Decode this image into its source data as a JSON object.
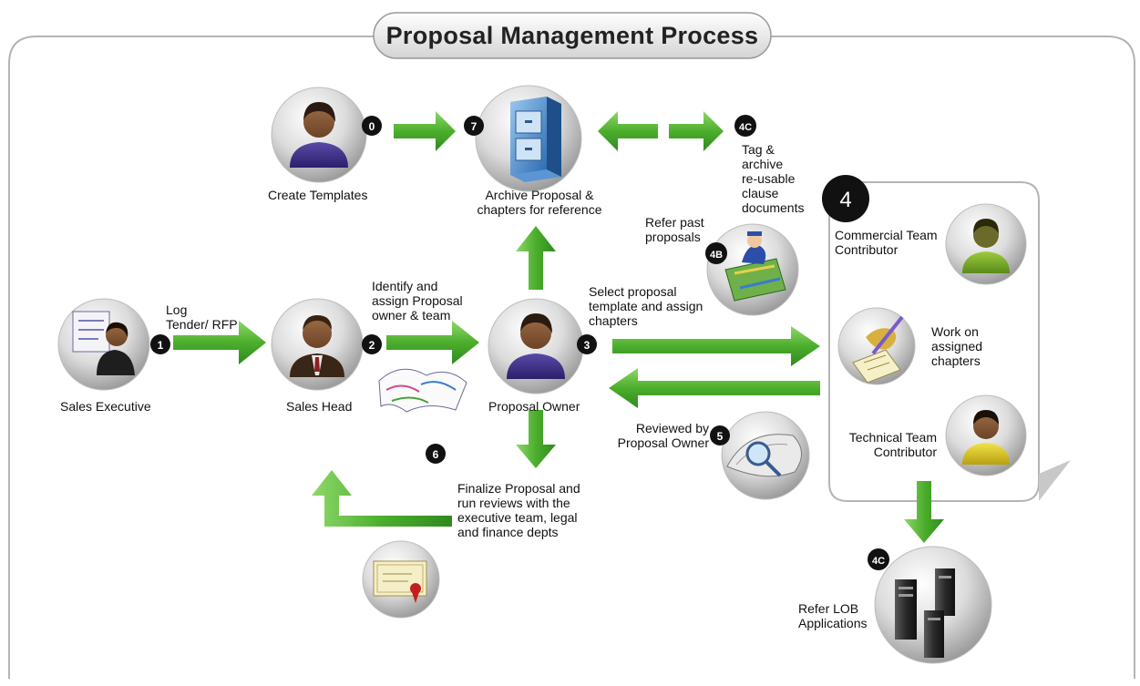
{
  "title": "Proposal Management Process",
  "colors": {
    "arrow": "#4cae2c",
    "arrow_dark": "#2f8a1f",
    "badge": "#111111",
    "frame": "#b4b4b4"
  },
  "nodes": {
    "create_templates": {
      "icon": "person-icon",
      "badge": "0",
      "label": "Create Templates"
    },
    "archive": {
      "icon": "file-cabinet-icon",
      "badge": "7",
      "label": "Archive Proposal &\nchapters for reference"
    },
    "tag_archive": {
      "badge": "4C",
      "label": "Tag &\narchive\nre-usable\nclause\ndocuments"
    },
    "sales_executive": {
      "icon": "person-at-board-icon",
      "badge": "1",
      "label": "Sales Executive",
      "step_label": "Log\nTender/ RFP"
    },
    "sales_head": {
      "icon": "businessman-icon",
      "badge": "2",
      "label": "Sales Head",
      "step_label": "Identify and\nassign Proposal\nowner & team"
    },
    "proposal_owner": {
      "icon": "person-icon",
      "badge": "3",
      "label": "Proposal  Owner",
      "step_label": "Select proposal\ntemplate and assign\nchapters"
    },
    "refer_past": {
      "icon": "map-reader-icon",
      "badge": "4B",
      "label": "Refer past\nproposals"
    },
    "team_group": {
      "badge": "4",
      "commercial": {
        "icon": "person-icon",
        "label": "Commercial Team\nContributor"
      },
      "work": {
        "icon": "pen-writing-icon",
        "label": "Work on\nassigned\nchapters"
      },
      "technical": {
        "icon": "person-icon",
        "label": "Technical Team\nContributor"
      }
    },
    "review": {
      "icon": "magnifier-blueprint-icon",
      "badge": "5",
      "label": "Reviewed by\nProposal Owner"
    },
    "finalize": {
      "badge": "6",
      "label": "Finalize Proposal and\nrun reviews with the\nexecutive team, legal\nand finance depts"
    },
    "certificate": {
      "icon": "certificate-icon"
    },
    "lob": {
      "icon": "server-icon",
      "badge": "4C",
      "label": "Refer LOB\nApplications"
    }
  }
}
